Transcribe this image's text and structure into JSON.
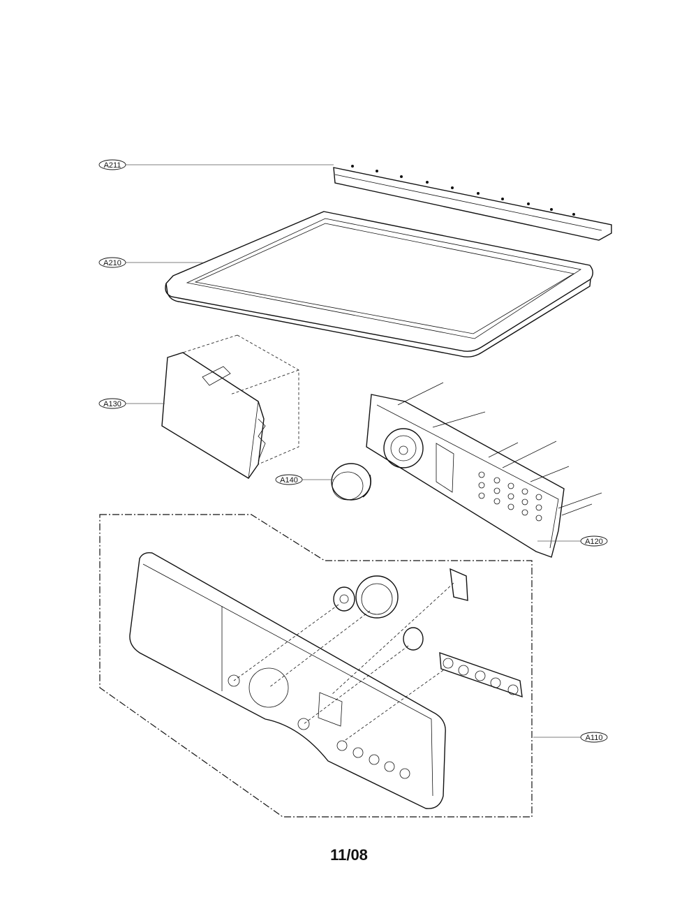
{
  "labels": {
    "a211": "A211",
    "a210": "A210",
    "a130": "A130",
    "a140": "A140",
    "a120": "A120",
    "a110": "A110"
  },
  "footer": "11/08"
}
